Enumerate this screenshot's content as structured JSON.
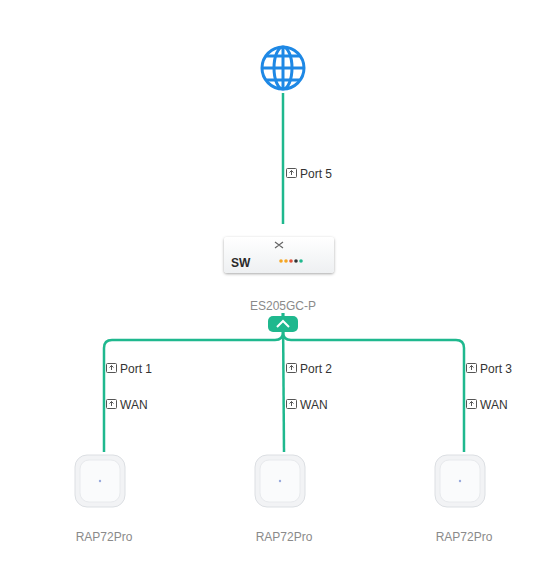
{
  "diagram": {
    "nodes": [
      {
        "text": [
          "SW",
          "ES205GC-P"
        ]
      },
      {
        "text": [
          "RAP72Pro"
        ]
      },
      {
        "text": [
          "RAP72Pro"
        ]
      },
      {
        "text": [
          "RAP72Pro"
        ]
      }
    ],
    "edges": [
      {
        "from": 0,
        "to": 1,
        "arrow": "none",
        "label": "Port 1"
      },
      {
        "from": 0,
        "to": 2,
        "arrow": "none",
        "label": "Port 2"
      },
      {
        "from": 0,
        "to": 3,
        "arrow": "none",
        "label": "Port 3"
      }
    ],
    "labels": [
      "Port 5",
      "WAN",
      "WAN",
      "WAN"
    ]
  }
}
